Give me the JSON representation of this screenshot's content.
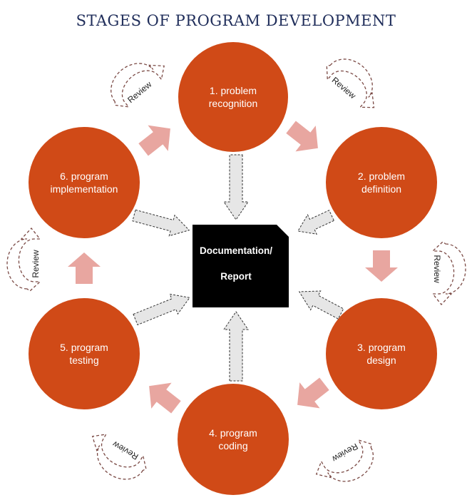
{
  "title": "STAGES OF PROGRAM DEVELOPMENT",
  "stages": [
    {
      "line1": "1. problem",
      "line2": "recognition"
    },
    {
      "line1": "2. problem",
      "line2": "definition"
    },
    {
      "line1": "3. program",
      "line2": "design"
    },
    {
      "line1": "4. program",
      "line2": "coding"
    },
    {
      "line1": "5. program",
      "line2": "testing"
    },
    {
      "line1": "6. program",
      "line2": "implementation"
    }
  ],
  "documentation": {
    "line1": "Documentation/",
    "line2": "Report"
  },
  "review_label": "Review",
  "colors": {
    "stage_fill": "#d04a17",
    "flow_arrow": "#e8a6a0",
    "doc_box": "#000000",
    "doc_arrow_fill": "#e6e6e6",
    "review_arc": "#7b4a45",
    "title": "#1f2d5a"
  }
}
